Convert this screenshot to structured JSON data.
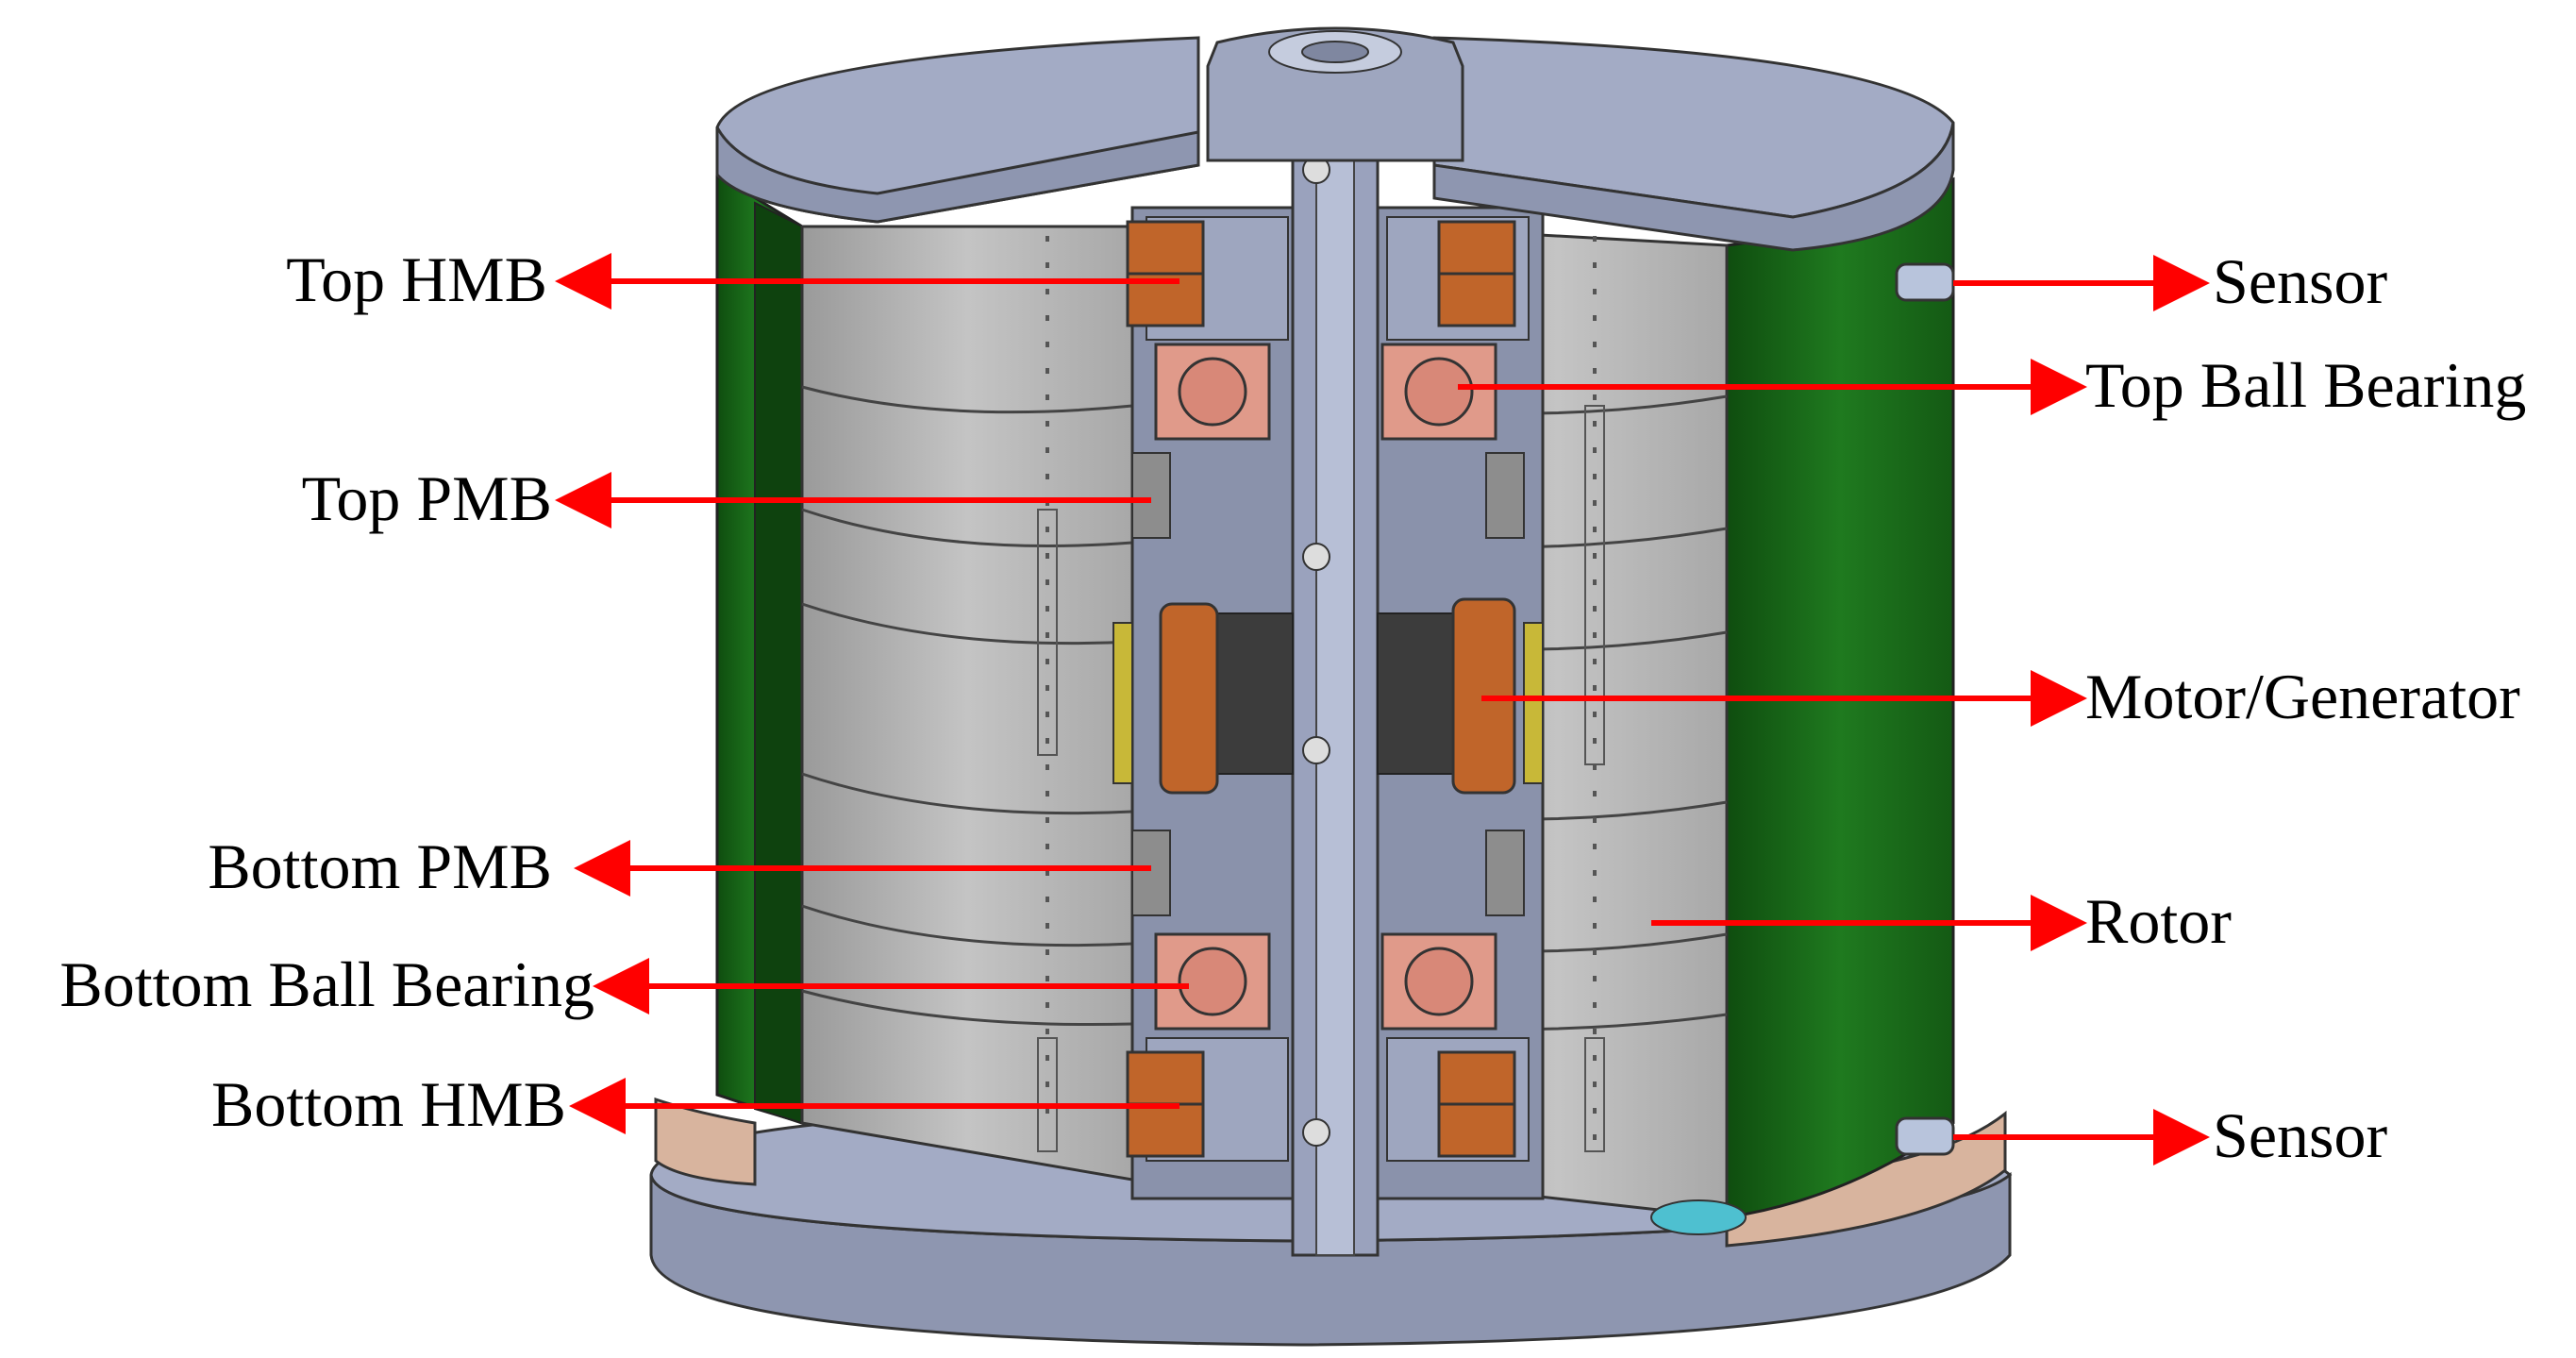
{
  "labels": {
    "top_hmb": "Top HMB",
    "top_pmb": "Top PMB",
    "bottom_pmb": "Bottom PMB",
    "bottom_ball_bearing": "Bottom Ball Bearing",
    "bottom_hmb": "Bottom HMB",
    "sensor_top": "Sensor",
    "top_ball_bearing": "Top Ball Bearing",
    "motor_generator": "Motor/Generator",
    "rotor": "Rotor",
    "sensor_bottom": "Sensor"
  },
  "colors": {
    "housing_plate": "#9ea6bf",
    "housing_plate_dark": "#7c849e",
    "outer_shell": "#1e6b1e",
    "outer_shell_dark": "#124a12",
    "rotor_gray": "#bdbdbd",
    "rotor_light": "#d2d2d2",
    "magnet_copper": "#c0652a",
    "ball_bearing_pink": "#e09a8a",
    "stator_dark": "#3c3c3c",
    "base_tan": "#d8b49e",
    "arrow_red": "#ff0000",
    "sensor_blue": "#b8c4dc",
    "coolant_cyan": "#4ec0d0"
  }
}
